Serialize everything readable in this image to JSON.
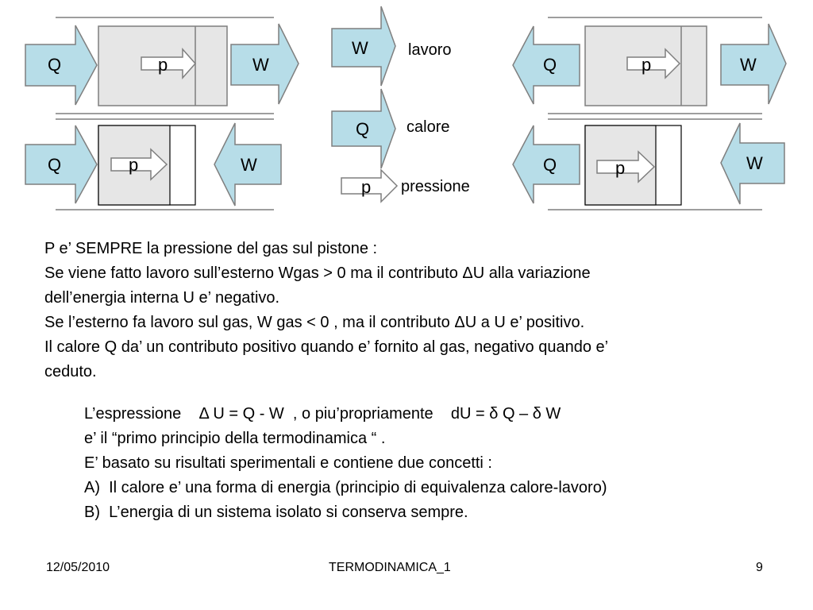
{
  "diagram": {
    "arrow_labels": {
      "heat": "Q",
      "work": "W",
      "pressure": "p"
    },
    "legend": {
      "work": "lavoro",
      "heat": "calore",
      "pressure": "pressione"
    },
    "colors": {
      "arrow_fill": "#b7dde8",
      "cylinder_fill": "#e6e6e6",
      "stroke": "#7f7f7f"
    }
  },
  "body": {
    "lines": [
      "P e’ SEMPRE la pressione del gas sul pistone :",
      "Se viene fatto lavoro sull’esterno Wgas   > 0 ma il contributo ΔU  alla variazione",
      "dell’energia interna U e’ negativo.",
      "Se l’esterno fa lavoro sul gas, W gas < 0 ,  ma il contributo ΔU a U e’ positivo.",
      "Il calore Q da’ un contributo positivo quando e’ fornito al gas, negativo quando e’",
      "ceduto."
    ]
  },
  "law": {
    "lines": [
      "L’espressione    Δ U = Q - W  , o piu’propriamente    dU = δ Q – δ W",
      "e’ il “primo principio della termodinamica “ .",
      "E’ basato su risultati sperimentali e contiene due concetti :",
      "A)  Il calore e’ una forma di energia (principio di equivalenza calore-lavoro)",
      "B)  L’energia di un sistema isolato si conserva sempre."
    ]
  },
  "footer": {
    "date": "12/05/2010",
    "title": "TERMODINAMICA_1",
    "page": "9"
  }
}
